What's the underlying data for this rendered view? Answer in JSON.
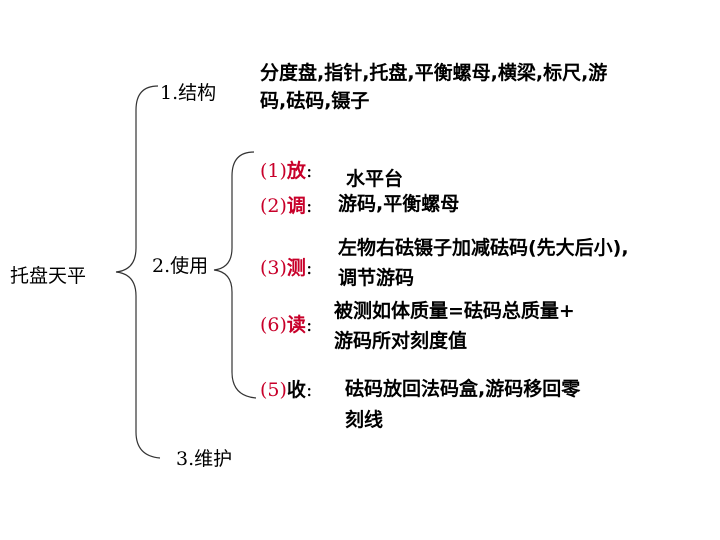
{
  "root": "托盘天平",
  "branches": {
    "structure": {
      "label": "1.结构",
      "desc_line1": "分度盘,指针,托盘,平衡螺母,横梁,标尺,游",
      "desc_line2": "码,砝码,镊子"
    },
    "use": {
      "label": "2.使用",
      "steps": [
        {
          "num": "(1)",
          "key": "放",
          "colon": ":",
          "desc": "水平台"
        },
        {
          "num": "(2)",
          "key": "调",
          "colon": ":",
          "desc": "游码,平衡螺母"
        },
        {
          "num": "(3)",
          "key": "测",
          "colon": ":",
          "desc_line1": "左物右砝镊子加减砝码(先大后小),",
          "desc_line2": "调节游码"
        },
        {
          "num": "(6)",
          "key": "读",
          "colon": ":",
          "desc_line1": "被测如体质量=砝码总质量+",
          "desc_line2": "游码所对刻度值"
        },
        {
          "num": "(5)",
          "key": "收",
          "colon": ":",
          "desc_line1": "砝码放回法码盒,游码移回零",
          "desc_line2": "刻线"
        }
      ]
    },
    "maintenance": {
      "label": "3.维护"
    }
  },
  "colors": {
    "accent": "#c8002a",
    "text": "#000000",
    "line": "#333333"
  }
}
